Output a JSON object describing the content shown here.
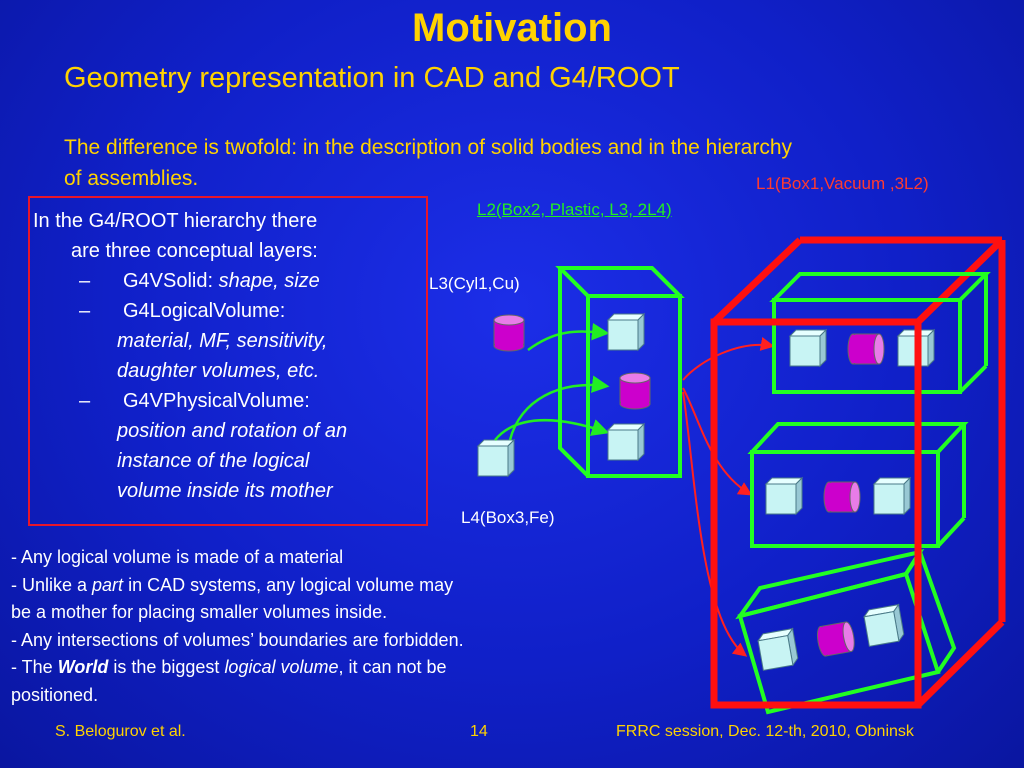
{
  "slide": {
    "title": "Motivation",
    "subtitle": "Geometry representation in CAD and G4/ROOT",
    "intro_line1": "The difference is twofold: in the description of solid bodies and in the hierarchy",
    "intro_line2": "of assemblies."
  },
  "layers_box": {
    "heading_line1": "In the G4/ROOT hierarchy there",
    "heading_line2": "are three conceptual layers:",
    "dash": "–",
    "items": [
      {
        "name": "G4VSolid:",
        "desc_lines": [
          "shape, size"
        ]
      },
      {
        "name": "G4LogicalVolume:",
        "desc_lines": [
          "material, MF, sensitivity,",
          "daughter volumes, etc."
        ]
      },
      {
        "name": "G4VPhysicalVolume:",
        "desc_lines": [
          "position and rotation of an",
          "instance of the logical",
          "volume inside its mother"
        ]
      }
    ]
  },
  "notes": {
    "n1": "- Any logical volume is made of a material",
    "n2_pre": "- Unlike a ",
    "n2_em": "part",
    "n2_post": " in CAD systems, any logical volume may",
    "n2_cont": "be a mother for placing smaller volumes inside.",
    "n3": "- Any intersections of volumes’ boundaries are forbidden.",
    "n4_pre": "- The ",
    "n4_strong": "World",
    "n4_mid": " is the biggest ",
    "n4_em": "logical volume",
    "n4_post": ",  it can not be",
    "n4_cont": "positioned."
  },
  "diagram": {
    "label_l1": "L1(Box1,Vacuum ,3L2)",
    "label_l2": "L2(Box2, Plastic, L3, 2L4)",
    "label_l3": "L3(Cyl1,Cu)",
    "label_l4": "L4(Box3,Fe)",
    "colors": {
      "world_box": "#ff1010",
      "volume_outline": "#22ff22",
      "cube_fill": "#c8f4f4",
      "cylinder_fill": "#cc00cc",
      "arrow_green": "#22ee22",
      "arrow_red": "#ff2020"
    }
  },
  "footer": {
    "author": "S. Belogurov et  al.",
    "page": "14",
    "event": "FRRC session,  Dec. 12-th, 2010, Obninsk"
  }
}
